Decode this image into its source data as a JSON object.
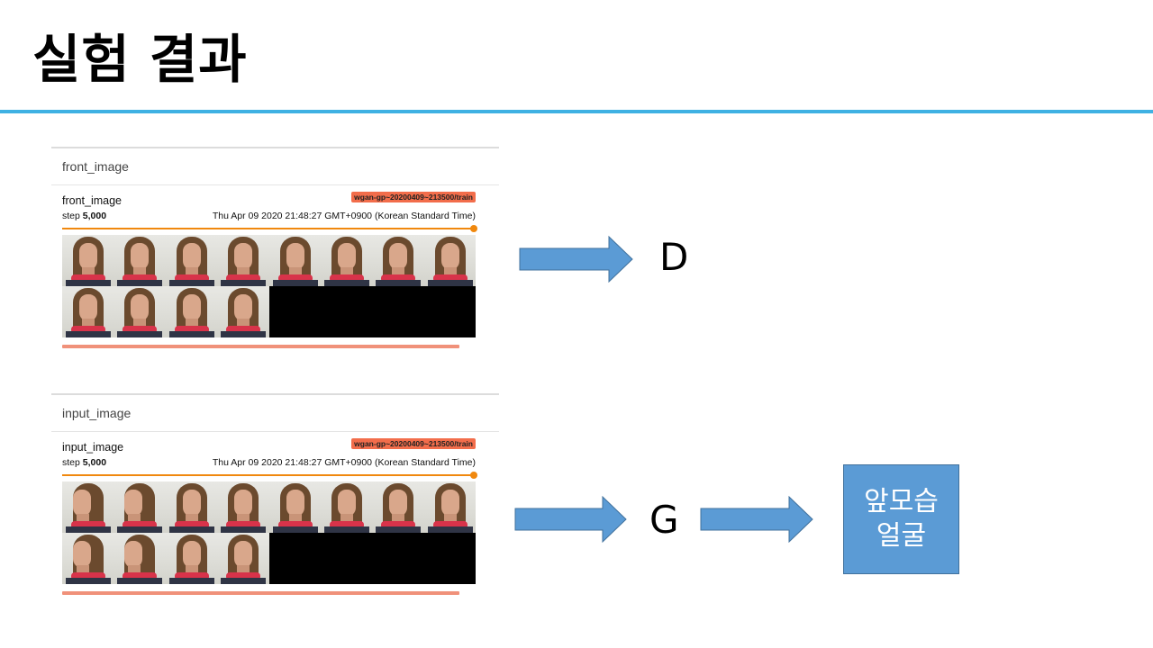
{
  "slide": {
    "title": "실험 결과"
  },
  "panels": [
    {
      "header": "front_image",
      "card_name": "front_image",
      "run": "wgan-gp~20200409~213500/train",
      "step_label": "step",
      "step_value": "5,000",
      "timestamp": "Thu Apr 09 2020 21:48:27 GMT+0900 (Korean Standard Time)"
    },
    {
      "header": "input_image",
      "card_name": "input_image",
      "run": "wgan-gp~20200409~213500/train",
      "step_label": "step",
      "step_value": "5,000",
      "timestamp": "Thu Apr 09 2020 21:48:27 GMT+0900 (Korean Standard Time)"
    }
  ],
  "diagram": {
    "discriminator": "D",
    "generator": "G",
    "result_line1": "앞모습",
    "result_line2": "얼굴",
    "arrow_color": "#5b9bd5"
  },
  "colors": {
    "title_rule": "#3fb1e3",
    "badge": "#f26d4b",
    "slider": "#f0880e"
  }
}
